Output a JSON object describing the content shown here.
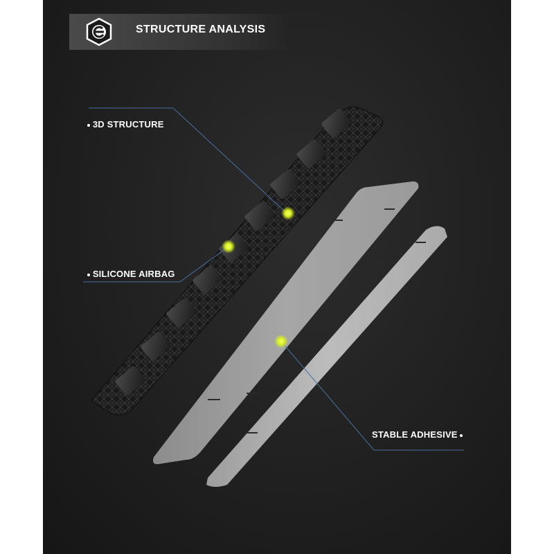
{
  "header": {
    "title": "STRUCTURE ANALYSIS",
    "logo_icon": "e-hex-logo-icon"
  },
  "callouts": {
    "structure_3d": "3D STRUCTURE",
    "silicone_airbag": "SILICONE AIRBAG",
    "stable_adhesive": "STABLE ADHESIVE"
  },
  "colors": {
    "panel_background": "#242424",
    "accent_dot": "#d8f020",
    "leader_line": "#4a6fa0",
    "film": "#9a9a9a"
  }
}
